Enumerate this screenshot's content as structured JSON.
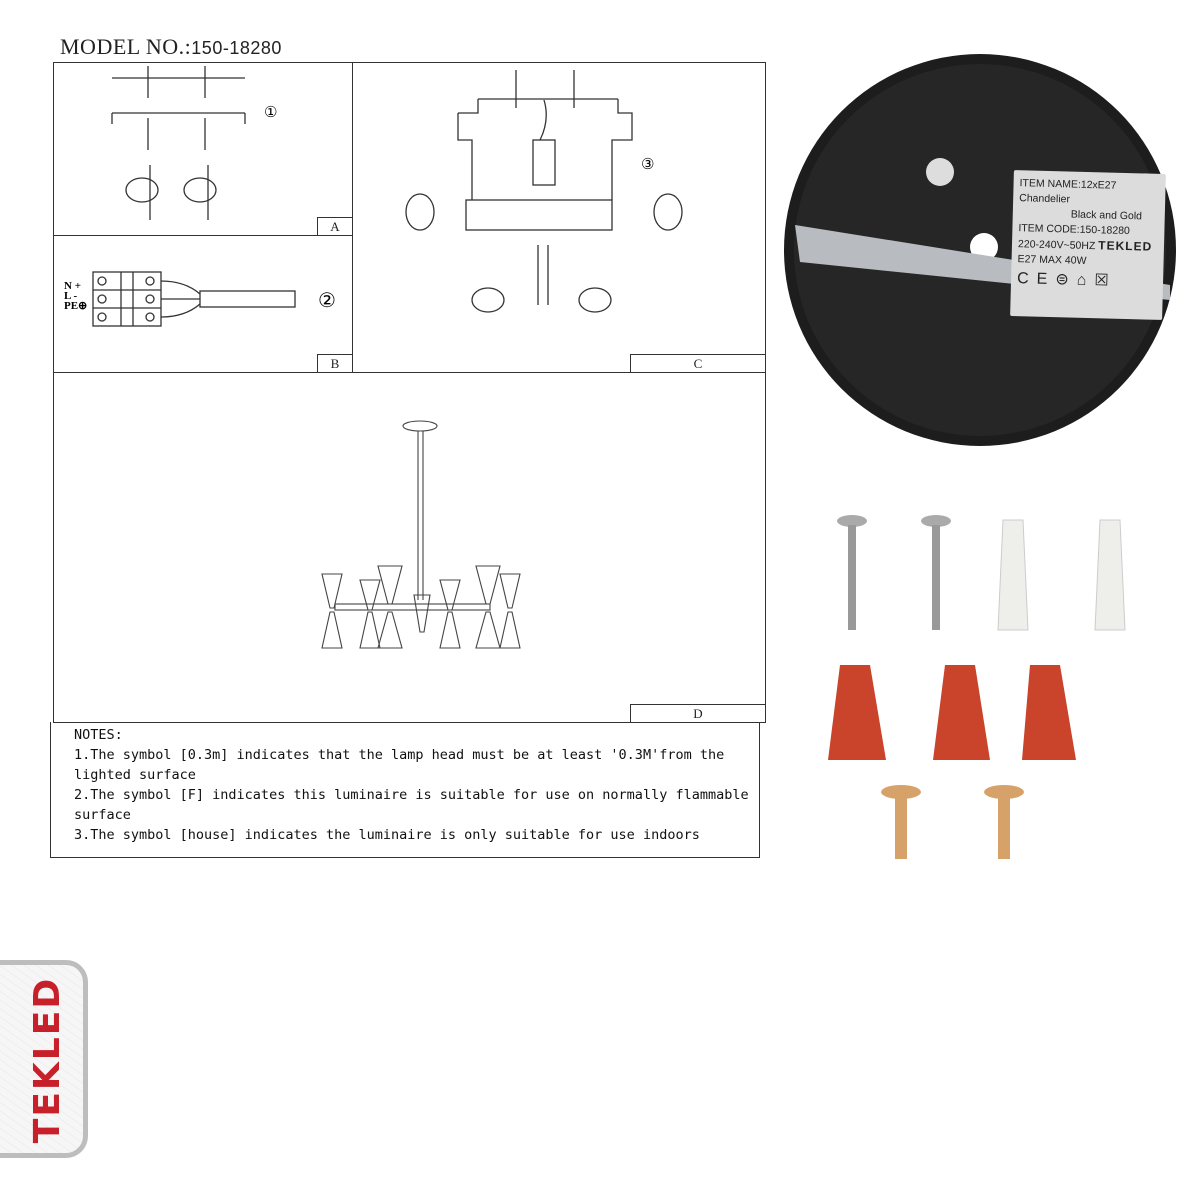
{
  "header": {
    "model_label": "MODEL NO.:",
    "model_number": "150-18280"
  },
  "panels": {
    "a": {
      "tag": "A",
      "step": "①"
    },
    "b": {
      "tag": "B",
      "step": "②",
      "wires": [
        "N +",
        "L -",
        "PE⊕"
      ]
    },
    "c": {
      "tag": "C",
      "step": "③"
    },
    "d": {
      "tag": "D"
    }
  },
  "notes": {
    "title": "NOTES:",
    "items": [
      "1.The symbol [0.3m] indicates that the lamp head must be at least '0.3M'from the lighted surface",
      "2.The symbol [F] indicates this luminaire is suitable for use on normally flammable surface",
      "3.The symbol [house] indicates the luminaire is only suitable for use indoors"
    ]
  },
  "product_label": {
    "lines": [
      "ITEM NAME:12xE27 Chandelier",
      "Black and Gold",
      "ITEM CODE:150-18280",
      "220-240V~50HZ",
      "E27 MAX 40W"
    ],
    "brand": "TEKLED",
    "icons": [
      "ce-mark-icon",
      "earth-icon",
      "indoor-icon",
      "weee-bin-icon"
    ]
  },
  "logo": {
    "text": "TEKLED",
    "color": "#c8202b"
  },
  "colors": {
    "canopy": "#1f1f1f",
    "wire_connector": "#c9442b",
    "brass_screw": "#d7a26a"
  }
}
